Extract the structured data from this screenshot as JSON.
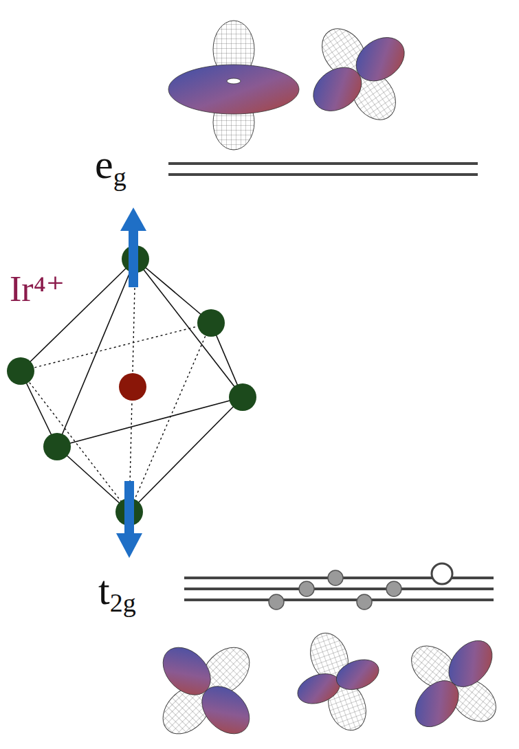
{
  "diagram": {
    "labels": [
      "eg",
      "Ir⁴⁺",
      "t2g"
    ]
  }
}
